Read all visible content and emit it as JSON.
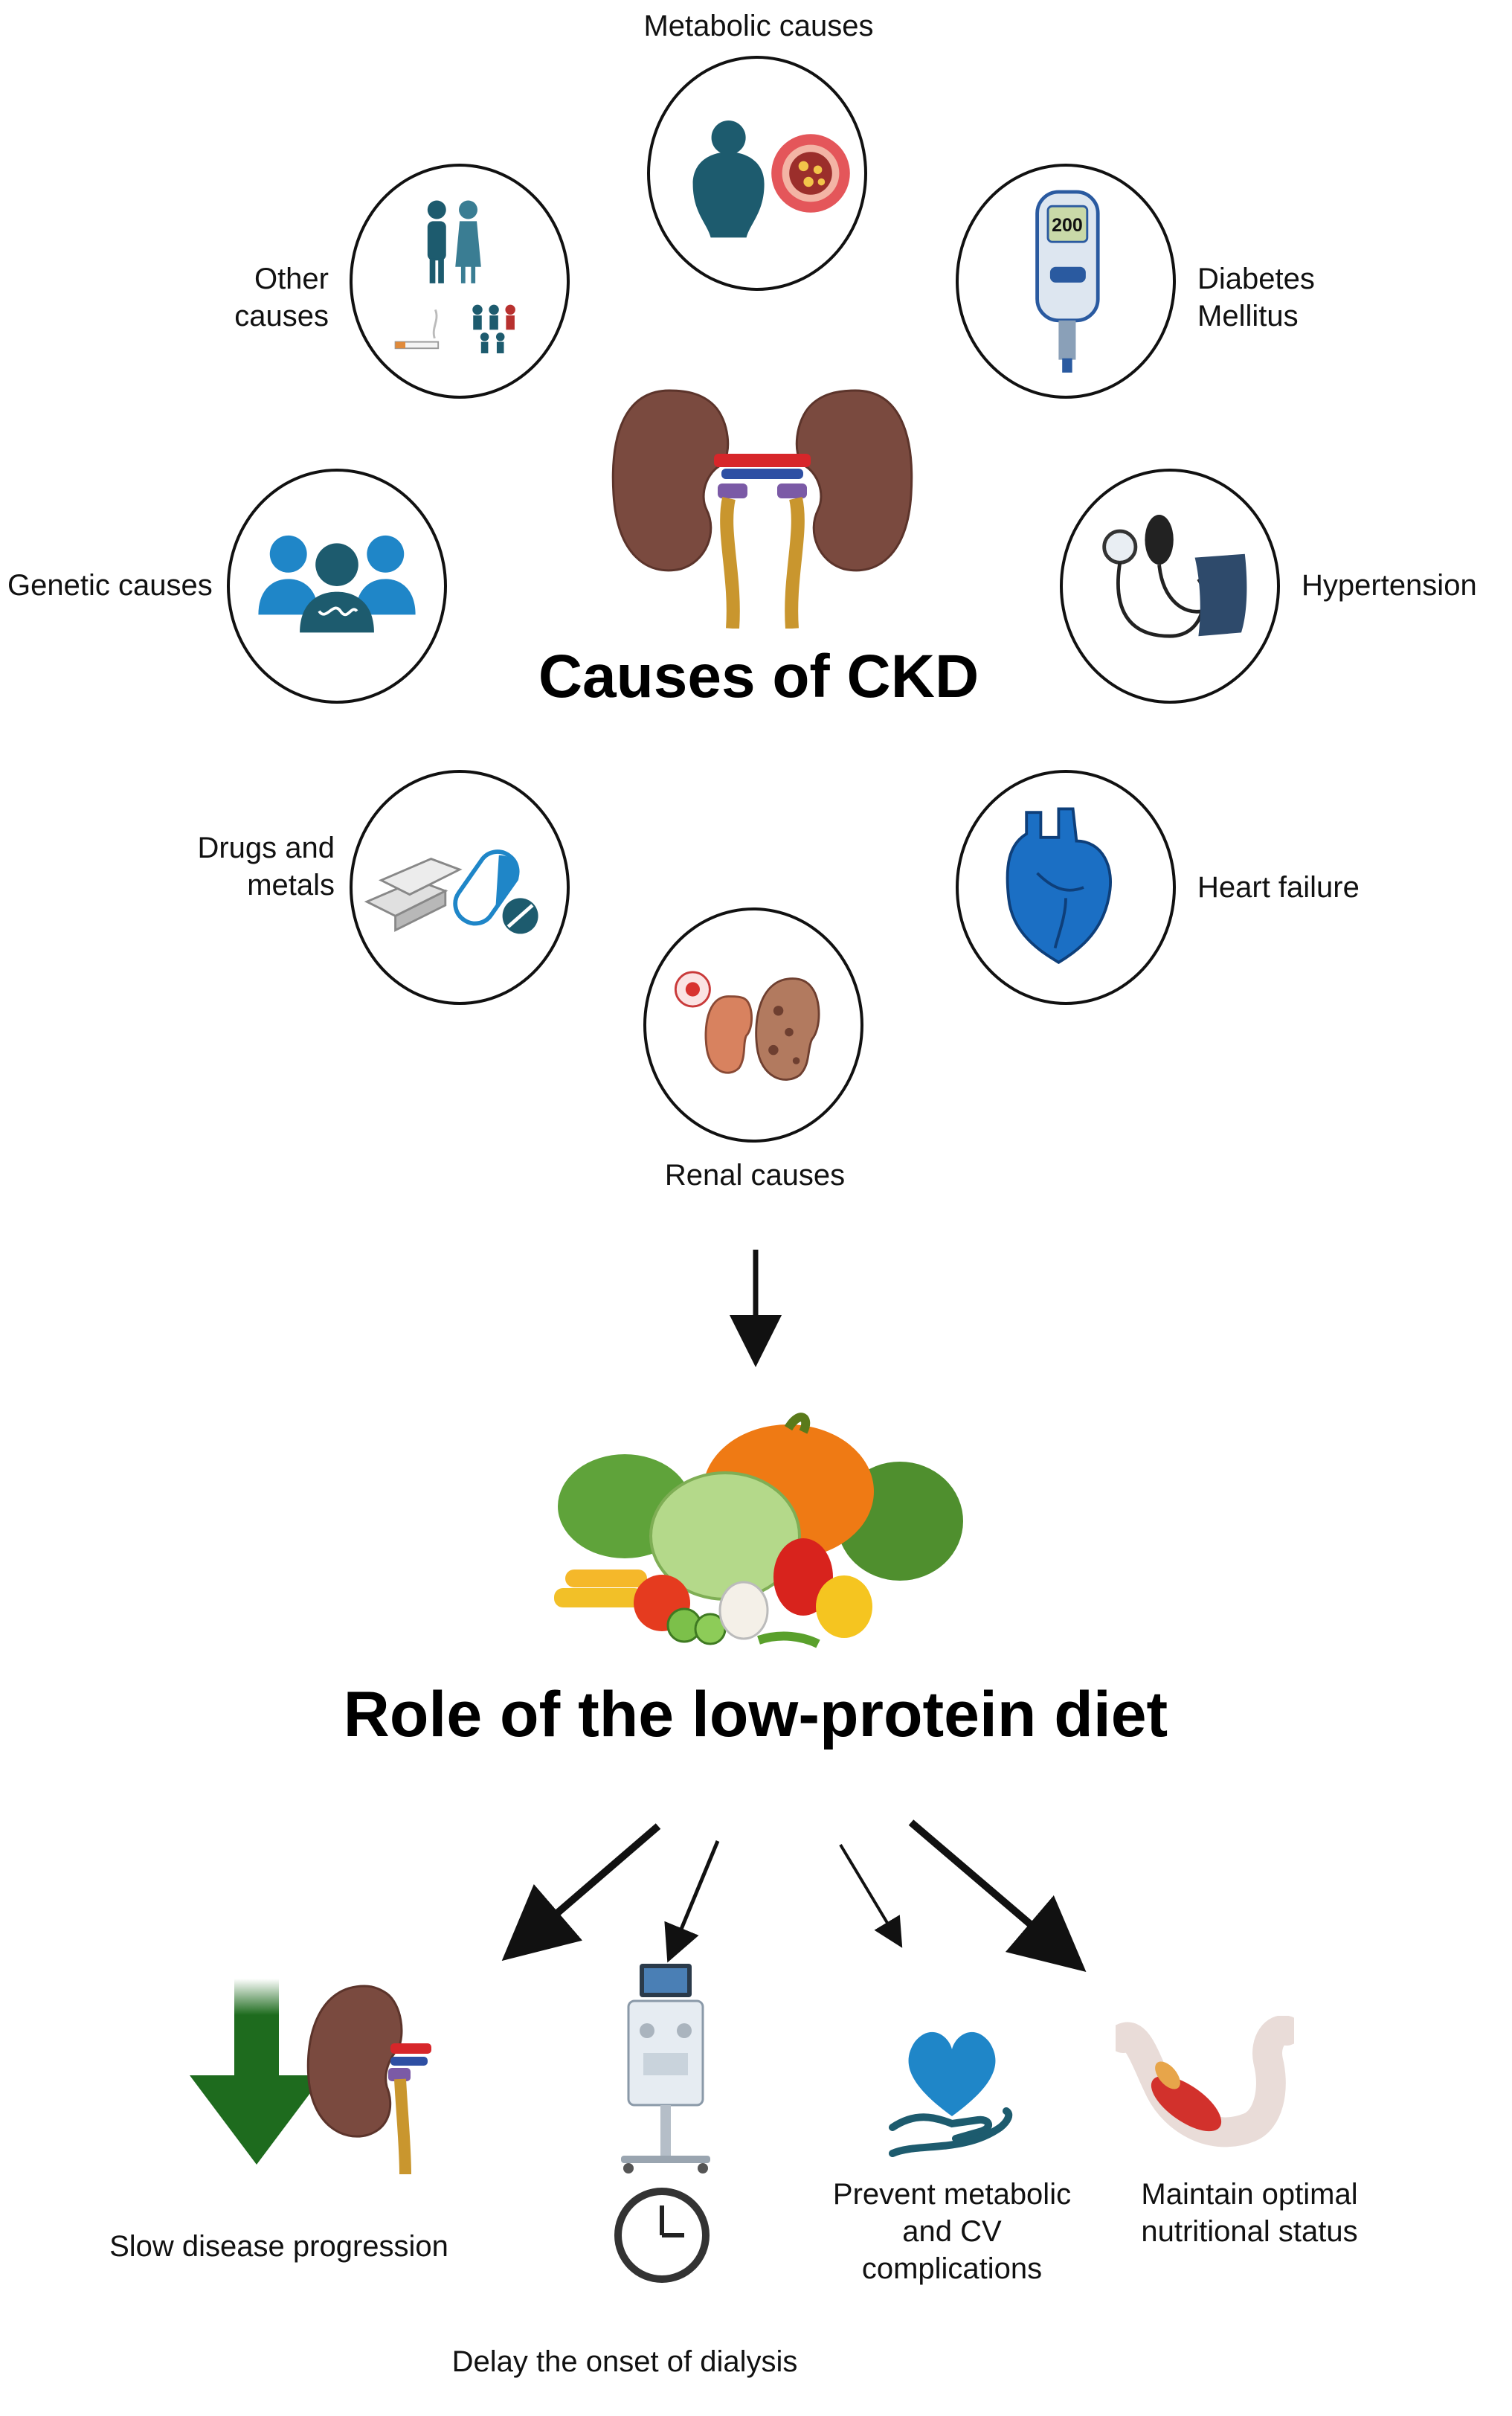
{
  "center_title": "Causes of CKD",
  "causes": {
    "metabolic": "Metabolic causes",
    "diabetes": "Diabetes\nMellitus",
    "diabetes_reading": "200",
    "hypertension": "Hypertension",
    "heart_failure": "Heart failure",
    "renal": "Renal causes",
    "drugs": "Drugs and\nmetals",
    "genetic": "Genetic causes",
    "other": "Other\ncauses"
  },
  "diet_title": "Role of the low-protein diet",
  "outcomes": {
    "slow": "Slow disease progression",
    "dialysis": "Delay the onset of dialysis",
    "prevent": "Prevent metabolic\nand CV\ncomplications",
    "maintain": "Maintain optimal\nnutritional status"
  },
  "colors": {
    "kidney": "#7a4a3f",
    "teal_icon": "#1d5b6e",
    "blue_icon": "#1f86c8",
    "heart_blue": "#1b6fc4",
    "green_arrow": "#1e6b1e"
  }
}
